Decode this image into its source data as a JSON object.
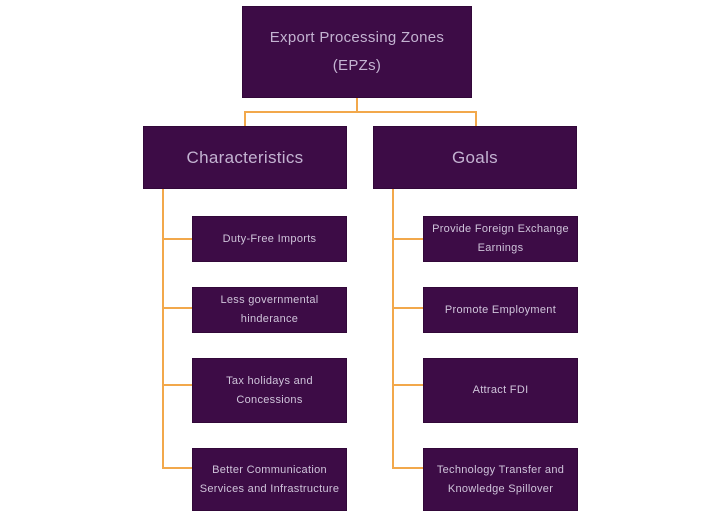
{
  "diagram": {
    "root": {
      "label": "Export Processing Zones (EPZs)"
    },
    "branches": [
      {
        "label": "Characteristics",
        "children": [
          "Duty-Free Imports",
          "Less governmental hinderance",
          "Tax holidays and Concessions",
          "Better Communication Services and Infrastructure"
        ]
      },
      {
        "label": "Goals",
        "children": [
          "Provide Foreign Exchange Earnings",
          "Promote Employment",
          "Attract FDI",
          "Technology Transfer and Knowledge Spillover"
        ]
      }
    ],
    "colors": {
      "node_fill": "#3d0c46",
      "node_border": "#320839",
      "node_text": "#c3b3d1",
      "leaf_text": "#cfc4da",
      "connector": "#f2a84b",
      "background": "#ffffff"
    }
  }
}
